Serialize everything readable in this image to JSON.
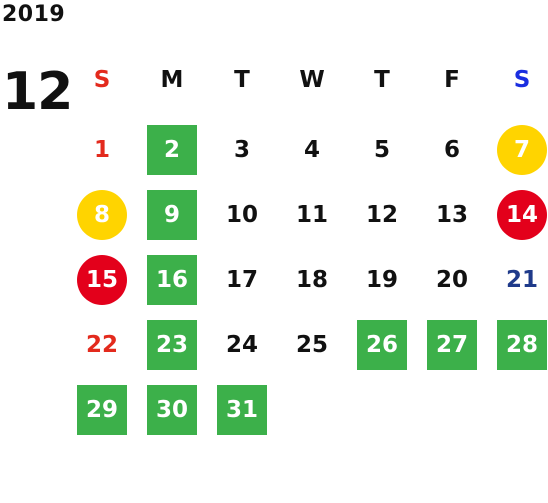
{
  "year": "2019",
  "month": "12",
  "colors": {
    "green": "#3cb04a",
    "yellow": "#ffd400",
    "red": "#e3001b",
    "sunday": "#e32a1d",
    "saturday_header": "#1a2ee0",
    "saturday_text": "#1f3a8a",
    "text": "#111111"
  },
  "weekdays": [
    "S",
    "M",
    "T",
    "W",
    "T",
    "F",
    "S"
  ],
  "days": [
    {
      "label": "1",
      "style": "text-red"
    },
    {
      "label": "2",
      "style": "green"
    },
    {
      "label": "3",
      "style": ""
    },
    {
      "label": "4",
      "style": ""
    },
    {
      "label": "5",
      "style": ""
    },
    {
      "label": "6",
      "style": ""
    },
    {
      "label": "7",
      "style": "yellow"
    },
    {
      "label": "8",
      "style": "yellow"
    },
    {
      "label": "9",
      "style": "green"
    },
    {
      "label": "10",
      "style": ""
    },
    {
      "label": "11",
      "style": ""
    },
    {
      "label": "12",
      "style": ""
    },
    {
      "label": "13",
      "style": ""
    },
    {
      "label": "14",
      "style": "red"
    },
    {
      "label": "15",
      "style": "red"
    },
    {
      "label": "16",
      "style": "green"
    },
    {
      "label": "17",
      "style": ""
    },
    {
      "label": "18",
      "style": ""
    },
    {
      "label": "19",
      "style": ""
    },
    {
      "label": "20",
      "style": ""
    },
    {
      "label": "21",
      "style": "text-blue"
    },
    {
      "label": "22",
      "style": "text-red"
    },
    {
      "label": "23",
      "style": "green"
    },
    {
      "label": "24",
      "style": ""
    },
    {
      "label": "25",
      "style": ""
    },
    {
      "label": "26",
      "style": "green"
    },
    {
      "label": "27",
      "style": "green"
    },
    {
      "label": "28",
      "style": "green"
    },
    {
      "label": "29",
      "style": "green"
    },
    {
      "label": "30",
      "style": "green"
    },
    {
      "label": "31",
      "style": "green"
    }
  ]
}
